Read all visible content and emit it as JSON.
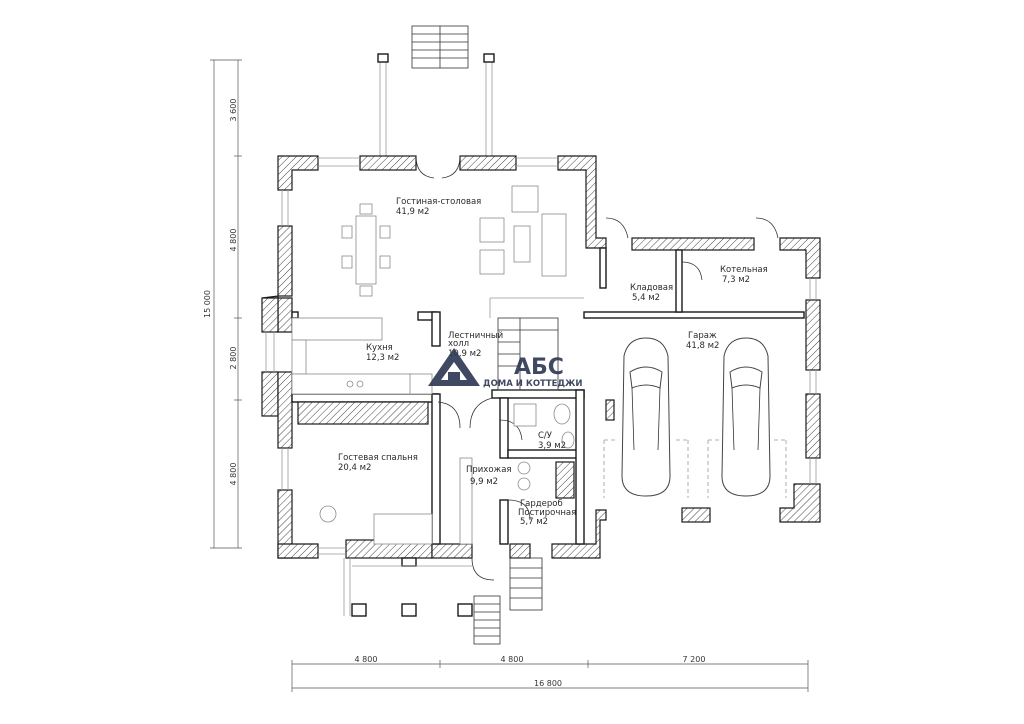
{
  "rooms": {
    "living": {
      "name": "Гостиная-столовая",
      "area": "41,9 м2"
    },
    "kitchen": {
      "name": "Кухня",
      "area": "12,3 м2"
    },
    "stair": {
      "name": "Лестничный",
      "name2": "холл",
      "area": "10,9 м2"
    },
    "pantry": {
      "name": "Кладовая",
      "area": "5,4 м2"
    },
    "boiler": {
      "name": "Котельная",
      "area": "7,3 м2"
    },
    "garage": {
      "name": "Гараж",
      "area": "41,8 м2"
    },
    "wc": {
      "name": "С/У",
      "area": "3,9 м2"
    },
    "guest": {
      "name": "Гостевая спальня",
      "area": "20,4 м2"
    },
    "hall": {
      "name": "Прихожая",
      "area": "9,9 м2"
    },
    "wardrobe": {
      "name": "Гардероб",
      "name2": "Постирочная",
      "area": "5,7 м2"
    }
  },
  "dimensions": {
    "left": [
      "3 600",
      "4 800",
      "2 800",
      "4 800"
    ],
    "total_vertical": "15 000",
    "bottom": [
      "4 800",
      "4 800",
      "7 200"
    ],
    "total_horizontal": "16 800"
  },
  "logo": {
    "title": "АБС",
    "subtitle": "ДОМА И КОТТЕДЖИ"
  },
  "colors": {
    "logo": "#2f3a55",
    "wall": "#1a1a1a"
  }
}
